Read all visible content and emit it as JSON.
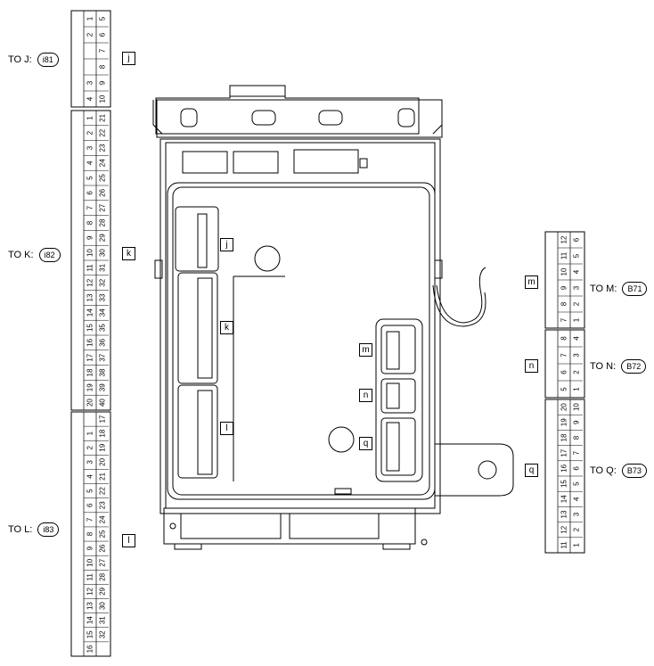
{
  "connectors": [
    {
      "id": "j",
      "letter": "j",
      "to": "TO",
      "code": "J",
      "part": "i81",
      "cols": [
        [
          "5",
          "6",
          "7",
          "8",
          "9",
          "10"
        ],
        [
          "1",
          "2",
          "",
          "",
          "3",
          "4"
        ]
      ]
    },
    {
      "id": "k",
      "letter": "k",
      "to": "TO",
      "code": "K",
      "part": "i82",
      "cols": [
        [
          "21",
          "22",
          "23",
          "24",
          "25",
          "26",
          "27",
          "28",
          "29",
          "30",
          "31",
          "32",
          "33",
          "34",
          "35",
          "36",
          "37",
          "38",
          "39",
          "40"
        ],
        [
          "1",
          "2",
          "3",
          "4",
          "5",
          "6",
          "7",
          "8",
          "9",
          "10",
          "11",
          "12",
          "13",
          "14",
          "15",
          "16",
          "17",
          "18",
          "19",
          "20"
        ]
      ]
    },
    {
      "id": "l",
      "letter": "l",
      "to": "TO",
      "code": "L",
      "part": "i83",
      "cols": [
        [
          "17",
          "18",
          "19",
          "20",
          "21",
          "22",
          "23",
          "24",
          "25",
          "26",
          "27",
          "28",
          "29",
          "30",
          "31",
          "32"
        ],
        [
          "",
          "1",
          "2",
          "3",
          "4",
          "5",
          "6",
          "7",
          "8",
          "9",
          "10",
          "11",
          "12",
          "13",
          "14",
          "15",
          "16"
        ]
      ]
    },
    {
      "id": "m",
      "letter": "m",
      "to": "TO",
      "code": "M",
      "part": "B71",
      "cols": [
        [
          "6",
          "5",
          "4",
          "3",
          "2",
          "1"
        ],
        [
          "12",
          "11",
          "10",
          "9",
          "8",
          "7"
        ]
      ]
    },
    {
      "id": "n",
      "letter": "n",
      "to": "TO",
      "code": "N",
      "part": "B72",
      "cols": [
        [
          "4",
          "3",
          "2",
          "1"
        ],
        [
          "8",
          "7",
          "6",
          "5"
        ]
      ]
    },
    {
      "id": "q",
      "letter": "q",
      "to": "TO",
      "code": "Q",
      "part": "B73",
      "cols": [
        [
          "10",
          "9",
          "8",
          "7",
          "6",
          "5",
          "4",
          "3",
          "2",
          "1"
        ],
        [
          "20",
          "19",
          "18",
          "17",
          "16",
          "15",
          "14",
          "13",
          "12",
          "11"
        ]
      ]
    }
  ],
  "ecu_labels": [
    "j",
    "k",
    "l",
    "m",
    "n",
    "q"
  ]
}
